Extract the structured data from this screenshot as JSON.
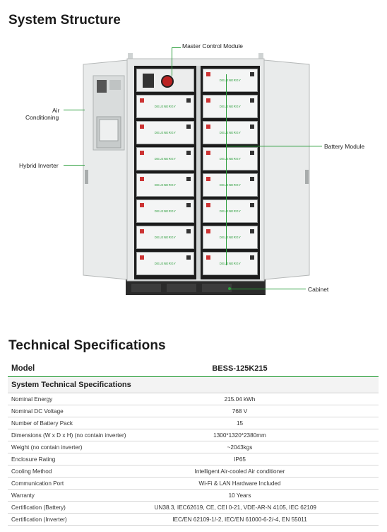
{
  "titles": {
    "structure": "System Structure",
    "specs": "Technical Specifications"
  },
  "diagram_labels": {
    "master_control": "Master Control Module",
    "air_line1": "Air",
    "air_line2": "Conditioning",
    "hybrid_inverter": "Hybrid Inverter",
    "battery_module": "Battery Module",
    "cabinet": "Cabinet",
    "brand": "DELENERGY"
  },
  "colors": {
    "accent": "#2a9d3a",
    "cabinet": "#e6e8e8",
    "frame": "#1c1c1c"
  },
  "table": {
    "model_label": "Model",
    "model_value": "BESS-125K215",
    "section": "System Technical Specifications",
    "rows": [
      {
        "label": "Nominal Energy",
        "value": "215.04 kWh"
      },
      {
        "label": "Nominal DC Voltage",
        "value": "768 V"
      },
      {
        "label": "Number of Battery Pack",
        "value": "15"
      },
      {
        "label": "Dimensions (W x D x H) (no contain inverter)",
        "value": "1300*1320*2380mm"
      },
      {
        "label": "Weight (no contain inverter)",
        "value": "~2043kgs"
      },
      {
        "label": "Enclosure Rating",
        "value": "IP65"
      },
      {
        "label": "Cooling Method",
        "value": "Intelligent Air-cooled Air conditioner"
      },
      {
        "label": "Communication Port",
        "value": "Wi-Fi & LAN Hardware Included"
      },
      {
        "label": "Warranty",
        "value": "10 Years"
      },
      {
        "label": "Certification (Battery)",
        "value": "UN38.3, IEC62619, CE, CEI 0-21, VDE-AR-N 4105, IEC 62109"
      },
      {
        "label": "Certification (Inverter)",
        "value": "IEC/EN 62109-1/-2, IEC/EN 61000-6-2/-4, EN 55011"
      }
    ]
  }
}
